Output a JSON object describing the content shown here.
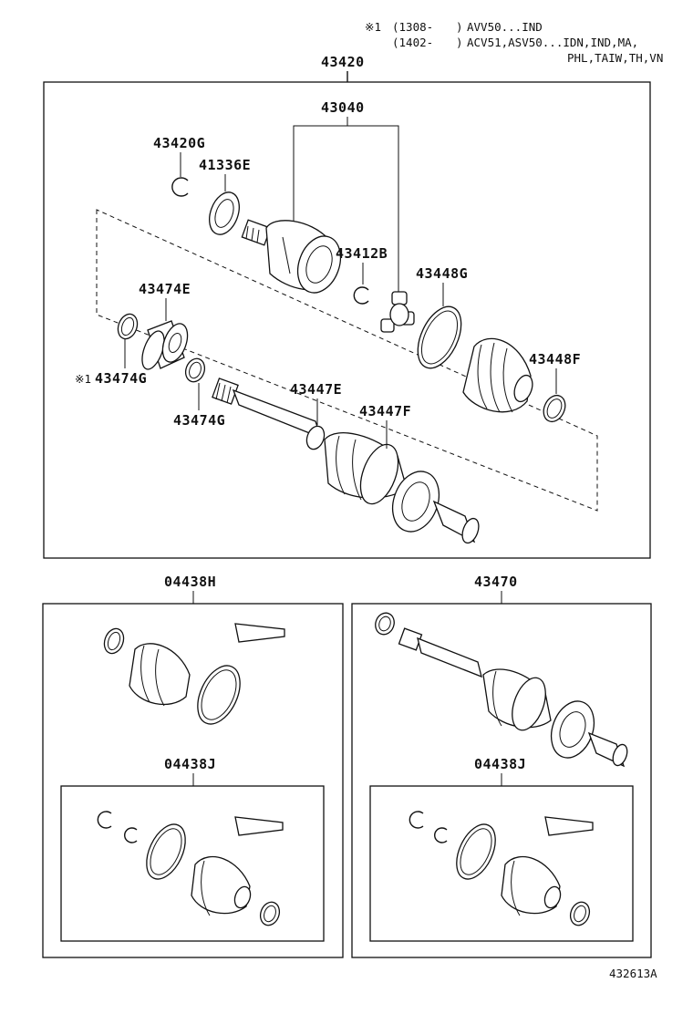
{
  "notes": {
    "line1_mark": "※1",
    "line1_date": "(1308-",
    "line1_close": ")",
    "line1_models": "AVV50...IND",
    "line2_date": "(1402-",
    "line2_close": ")",
    "line2_models": "ACV51,ASV50...IDN,IND,MA,",
    "line3_models": "PHL,TAIW,TH,VN"
  },
  "labels": {
    "p43420": "43420",
    "p43040": "43040",
    "p43420G": "43420G",
    "p41336E": "41336E",
    "p43412B": "43412B",
    "p43448G": "43448G",
    "p43474E": "43474E",
    "p43448F": "43448F",
    "p43474G_mark": "※1",
    "p43474G_top": "43474G",
    "p43447E": "43447E",
    "p43447F": "43447F",
    "p43474G_bottom": "43474G",
    "p04438H": "04438H",
    "p43470": "43470",
    "p04438J_left": "04438J",
    "p04438J_right": "04438J"
  },
  "diagram_id": "432613A"
}
